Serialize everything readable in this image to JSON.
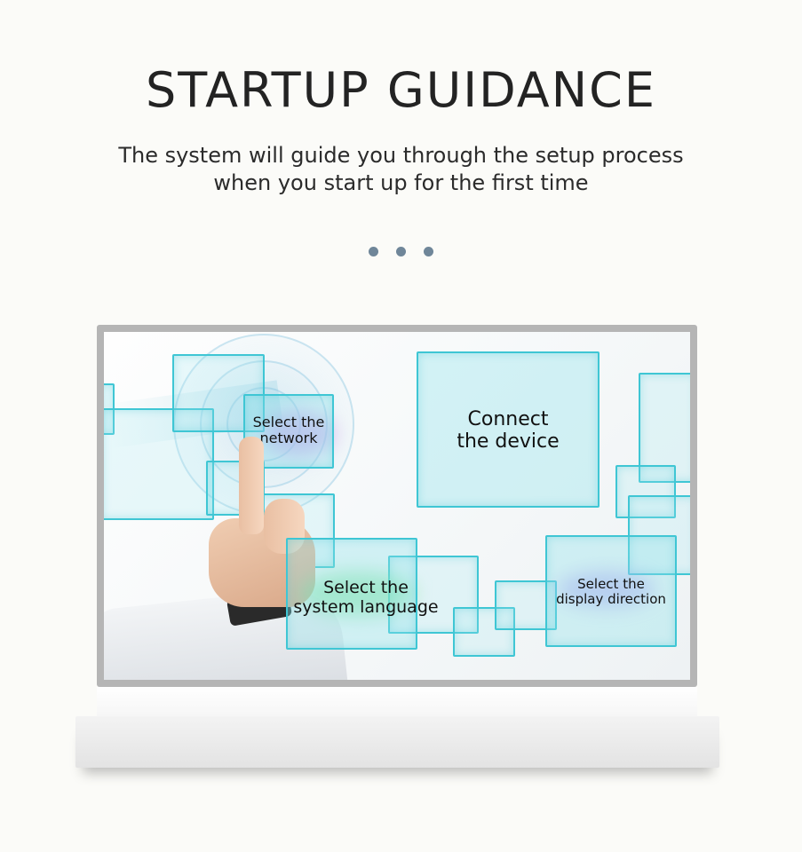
{
  "header": {
    "title": "STARTUP GUIDANCE",
    "subtitle_line1": "The system will guide you through the setup process",
    "subtitle_line2": "when you start up for the first time"
  },
  "pagination": {
    "dot_count": 3,
    "dot_color": "#6f8699"
  },
  "screen": {
    "tiles": {
      "network": "Select the\nnetwork",
      "device": "Connect\nthe device",
      "language": "Select the\nsystem language",
      "direction": "Select the\ndisplay direction"
    },
    "accent_color": "#3fc6d4"
  }
}
